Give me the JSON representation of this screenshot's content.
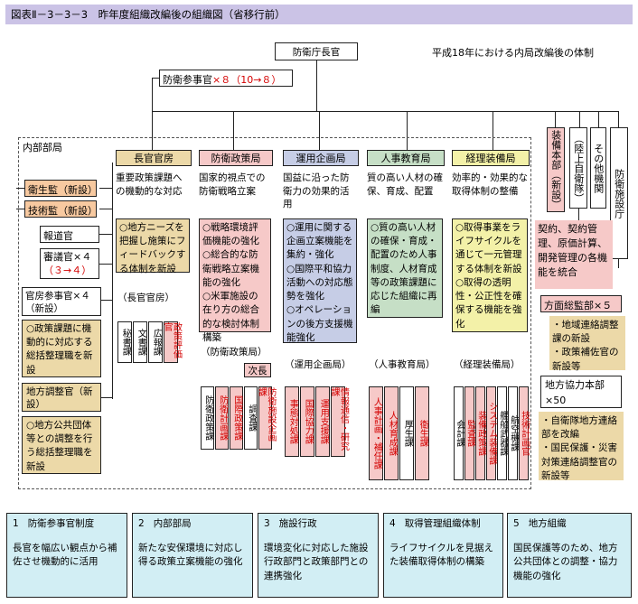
{
  "title": "図表Ⅱ－3－3－3　昨年度組織改編後の組織図（省移行前）",
  "top": {
    "ministry": "防衛庁長官",
    "note": "平成18年における内局改編後の体制",
    "councillors": "防衛参事官",
    "councillors_count": "×８（10→８）"
  },
  "right_units": {
    "equipment_hq": "装備本部（新設）",
    "gsdf": "（陸上自衛隊）",
    "other": "その他機関",
    "facilities": "防衛施設庁",
    "fac_desc": "契約、契約管理、原価計算、開発管理の各機能を統合",
    "regional_bureau": "方面総監部×５",
    "regional_items": [
      "・地域連絡調整課の新設",
      "・政策補佐官の新設等"
    ],
    "local_coop": "地方協力本部×50",
    "local_items": [
      "・自衛隊地方連絡部を改編",
      "・国民保護・災害対策連絡調整官の新設等"
    ]
  },
  "internal": {
    "label": "内部部局",
    "left_items": {
      "health": "衛生監（新設）",
      "tech": "技術監（新設）",
      "press": "報道官",
      "councillor": "審議官×４",
      "councillor_change": "（３→４）",
      "secretary": "官房参事官×４（新設）",
      "sec_desc": "○政策課題に機動的に対応する総括整理職を新設",
      "regional_coord": "地方調整官（新設）",
      "rc_desc": "○地方公共団体等との調整を行う総括整理職を新設"
    },
    "bureaus": [
      {
        "name": "長官官房",
        "mission": "重要政策課題への機動的な対応",
        "desc": "○地方ニーズを把握し施策にフィードバックする体制を新設",
        "sub": "（長官官房）",
        "divs": [
          {
            "label": "秘書課",
            "new": false
          },
          {
            "label": "文書課",
            "new": false
          },
          {
            "label": "広報課",
            "new": false
          },
          {
            "label": "政策評価官",
            "new": true
          }
        ]
      },
      {
        "name": "防衛政策局",
        "mission": "国家的視点での防衛戦略立案",
        "desc": "○戦略環境評価機能の強化\n○総合的な防衛戦略立案機能の強化\n○米軍施設の在り方の総合的な検討体制構築",
        "sub": "（防衛政策局）",
        "vice": "次長",
        "divs": [
          {
            "label": "防衛政策課",
            "new": false
          },
          {
            "label": "防衛計画課",
            "new": true
          },
          {
            "label": "国際政策課",
            "new": true
          },
          {
            "label": "調査課",
            "new": false
          },
          {
            "label": "防衛施設企画課",
            "new": true
          }
        ]
      },
      {
        "name": "運用企画局",
        "mission": "国益に沿った防衛力の効果的活用",
        "desc": "○運用に関する企画立案機能を集約・強化\n○国際平和協力活動への対応態勢を強化\n○オペレーションの後方支援機能強化",
        "sub": "（運用企画局）",
        "divs": [
          {
            "label": "事態対処課",
            "new": true
          },
          {
            "label": "国際協力課",
            "new": true
          },
          {
            "label": "運用支援課",
            "new": true
          },
          {
            "label": "情報通信・研究課",
            "new": true
          }
        ]
      },
      {
        "name": "人事教育局",
        "mission": "質の高い人材の確保、育成、配置",
        "desc": "○質の高い人材の確保・育成・配置のため人事制度、人材育成等の政策課題に応じた組織に再編",
        "sub": "（人事教育局）",
        "divs": [
          {
            "label": "人事計画・補任課",
            "new": true
          },
          {
            "label": "人材育成課",
            "new": true
          },
          {
            "label": "厚生課",
            "new": false
          },
          {
            "label": "衛生課",
            "new": true
          }
        ]
      },
      {
        "name": "経理装備局",
        "mission": "効率的・効果的な取得体制の整備",
        "desc": "○取得事業をライフサイクルを通じて一元管理する体制を新設\n○取得の透明性・公正性を確保する機能を強化",
        "sub": "（経理装備局）",
        "divs": [
          {
            "label": "会計課",
            "new": false
          },
          {
            "label": "監査課",
            "new": true
          },
          {
            "label": "装備政策課",
            "new": true
          },
          {
            "label": "システム装備課",
            "new": true
          },
          {
            "label": "艦船武器課",
            "new": false
          },
          {
            "label": "航空機課",
            "new": false
          },
          {
            "label": "技術計画官",
            "new": true
          }
        ]
      }
    ]
  },
  "summary": [
    {
      "num": "1",
      "head": "防衛参事官制度",
      "body": "長官を幅広い観点から補佐させ機動的に活用"
    },
    {
      "num": "2",
      "head": "内部部局",
      "body": "新たな安保環境に対応し得る政策立案機能の強化"
    },
    {
      "num": "3",
      "head": "施設行政",
      "body": "環境変化に対応した施設行政部門と政策部門との連携強化"
    },
    {
      "num": "4",
      "head": "取得管理組織体制",
      "body": "ライフサイクルを見据えた装備取得体制の構築"
    },
    {
      "num": "5",
      "head": "地方組織",
      "body": "国民保護等のため、地方公共団体との調整・協力機能の強化"
    }
  ]
}
